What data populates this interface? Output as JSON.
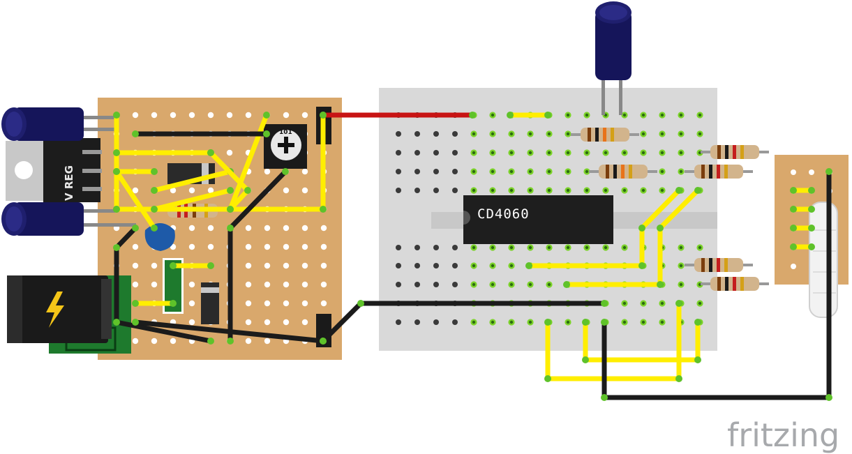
{
  "app": {
    "brand": "fritzing"
  },
  "components": {
    "ic": {
      "label": "CD4060"
    },
    "regulator": {
      "label": "V REG"
    },
    "trimpot": {
      "label": "101"
    }
  },
  "colors": {
    "stripboard": "#d9a86c",
    "breadboard": "#d9d9d9",
    "wire_yellow": "#ffee00",
    "wire_black": "#1b1b1b",
    "wire_red": "#c81414",
    "capacitor": "#15155a",
    "ic_body": "#1e1e1e"
  }
}
